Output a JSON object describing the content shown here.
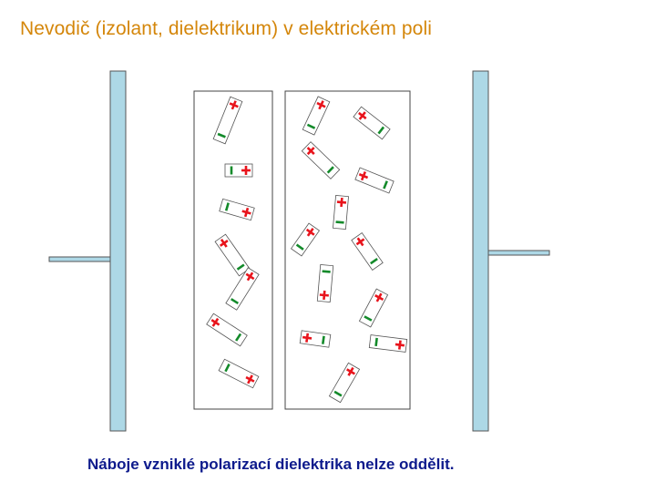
{
  "title": "Nevodič (izolant, dielektrikum) v elektrickém poli",
  "caption": "Náboje vzniklé polarizací dielektrika nelze oddělit.",
  "colors": {
    "title": "#d4860a",
    "caption": "#0d1a8c",
    "plate_fill": "#add8e6",
    "positive_sign": "#e8141c",
    "negative_sign": "#138a2a",
    "outline": "#555555"
  },
  "charge_labels": {
    "positive": "+",
    "negative": "−"
  },
  "icons": [
    "capacitor-plate-left",
    "capacitor-plate-right",
    "dielectric-block-left",
    "dielectric-block-right",
    "dipole-molecule"
  ]
}
